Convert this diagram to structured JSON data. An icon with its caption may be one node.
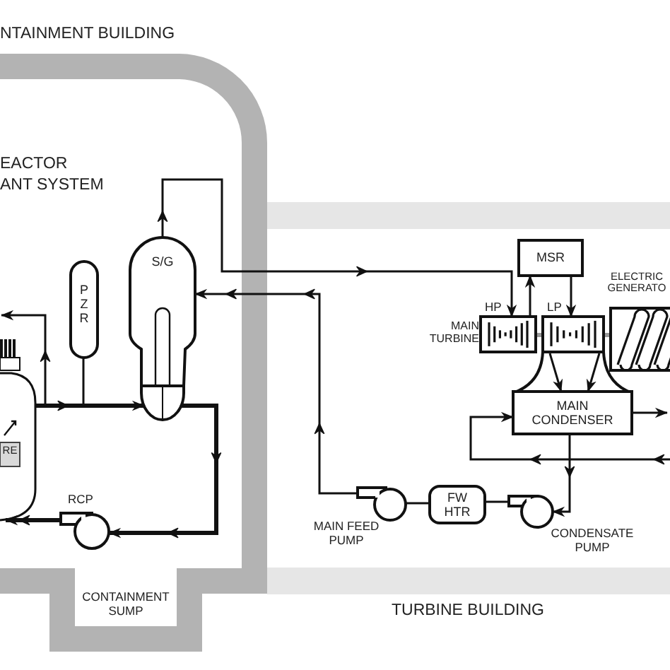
{
  "diagram": {
    "nodes": [
      {
        "text": [
          "RE"
        ]
      },
      {
        "text": [
          "PZR"
        ]
      },
      {
        "text": [
          "S/G"
        ]
      },
      {
        "text": [
          "RCP"
        ]
      },
      {
        "text": [
          "MSR"
        ]
      },
      {
        "text": [
          "HP"
        ],
        "beside": [
          "MAIN TURBINE"
        ]
      },
      {
        "text": [
          "LP"
        ]
      },
      {
        "text": [
          "ELECTRIC GENERATO"
        ]
      },
      {
        "text": [
          "MAIN CONDENSER"
        ]
      },
      {
        "text": [
          "CONDENSATE PUMP"
        ]
      },
      {
        "text": [
          "FW HTR"
        ]
      },
      {
        "text": [
          "MAIN FEED PUMP"
        ]
      }
    ],
    "edges": [
      {
        "from": 0,
        "to": 2,
        "arrow": "to",
        "style": "thick"
      },
      {
        "from": 1,
        "to": 0,
        "arrow": "none"
      },
      {
        "from": 0,
        "to": null,
        "arrow": "to"
      },
      {
        "from": 2,
        "to": 3,
        "arrow": "to",
        "style": "thick"
      },
      {
        "from": 3,
        "to": 0,
        "arrow": "to",
        "style": "thick"
      },
      {
        "from": 2,
        "to": 5,
        "arrow": "to"
      },
      {
        "from": 5,
        "to": 4,
        "arrow": "to"
      },
      {
        "from": 4,
        "to": 6,
        "arrow": "to"
      },
      {
        "from": 6,
        "to": 8,
        "arrow": "to"
      },
      {
        "from": 6,
        "to": 8,
        "arrow": "to"
      },
      {
        "from": 8,
        "to": 9,
        "arrow": "to"
      },
      {
        "from": 9,
        "to": 10,
        "arrow": "none"
      },
      {
        "from": 10,
        "to": 11,
        "arrow": "none"
      },
      {
        "from": 11,
        "to": 2,
        "arrow": "to"
      },
      {
        "from": 8,
        "to": null,
        "arrow": "to"
      },
      {
        "from": null,
        "to": 8,
        "arrow": "to"
      }
    ],
    "labels": [
      "NTAINMENT BUILDING",
      "EACTOR",
      "ANT SYSTEM",
      "CONTAINMENT SUMP",
      "TURBINE BUILDING"
    ]
  }
}
